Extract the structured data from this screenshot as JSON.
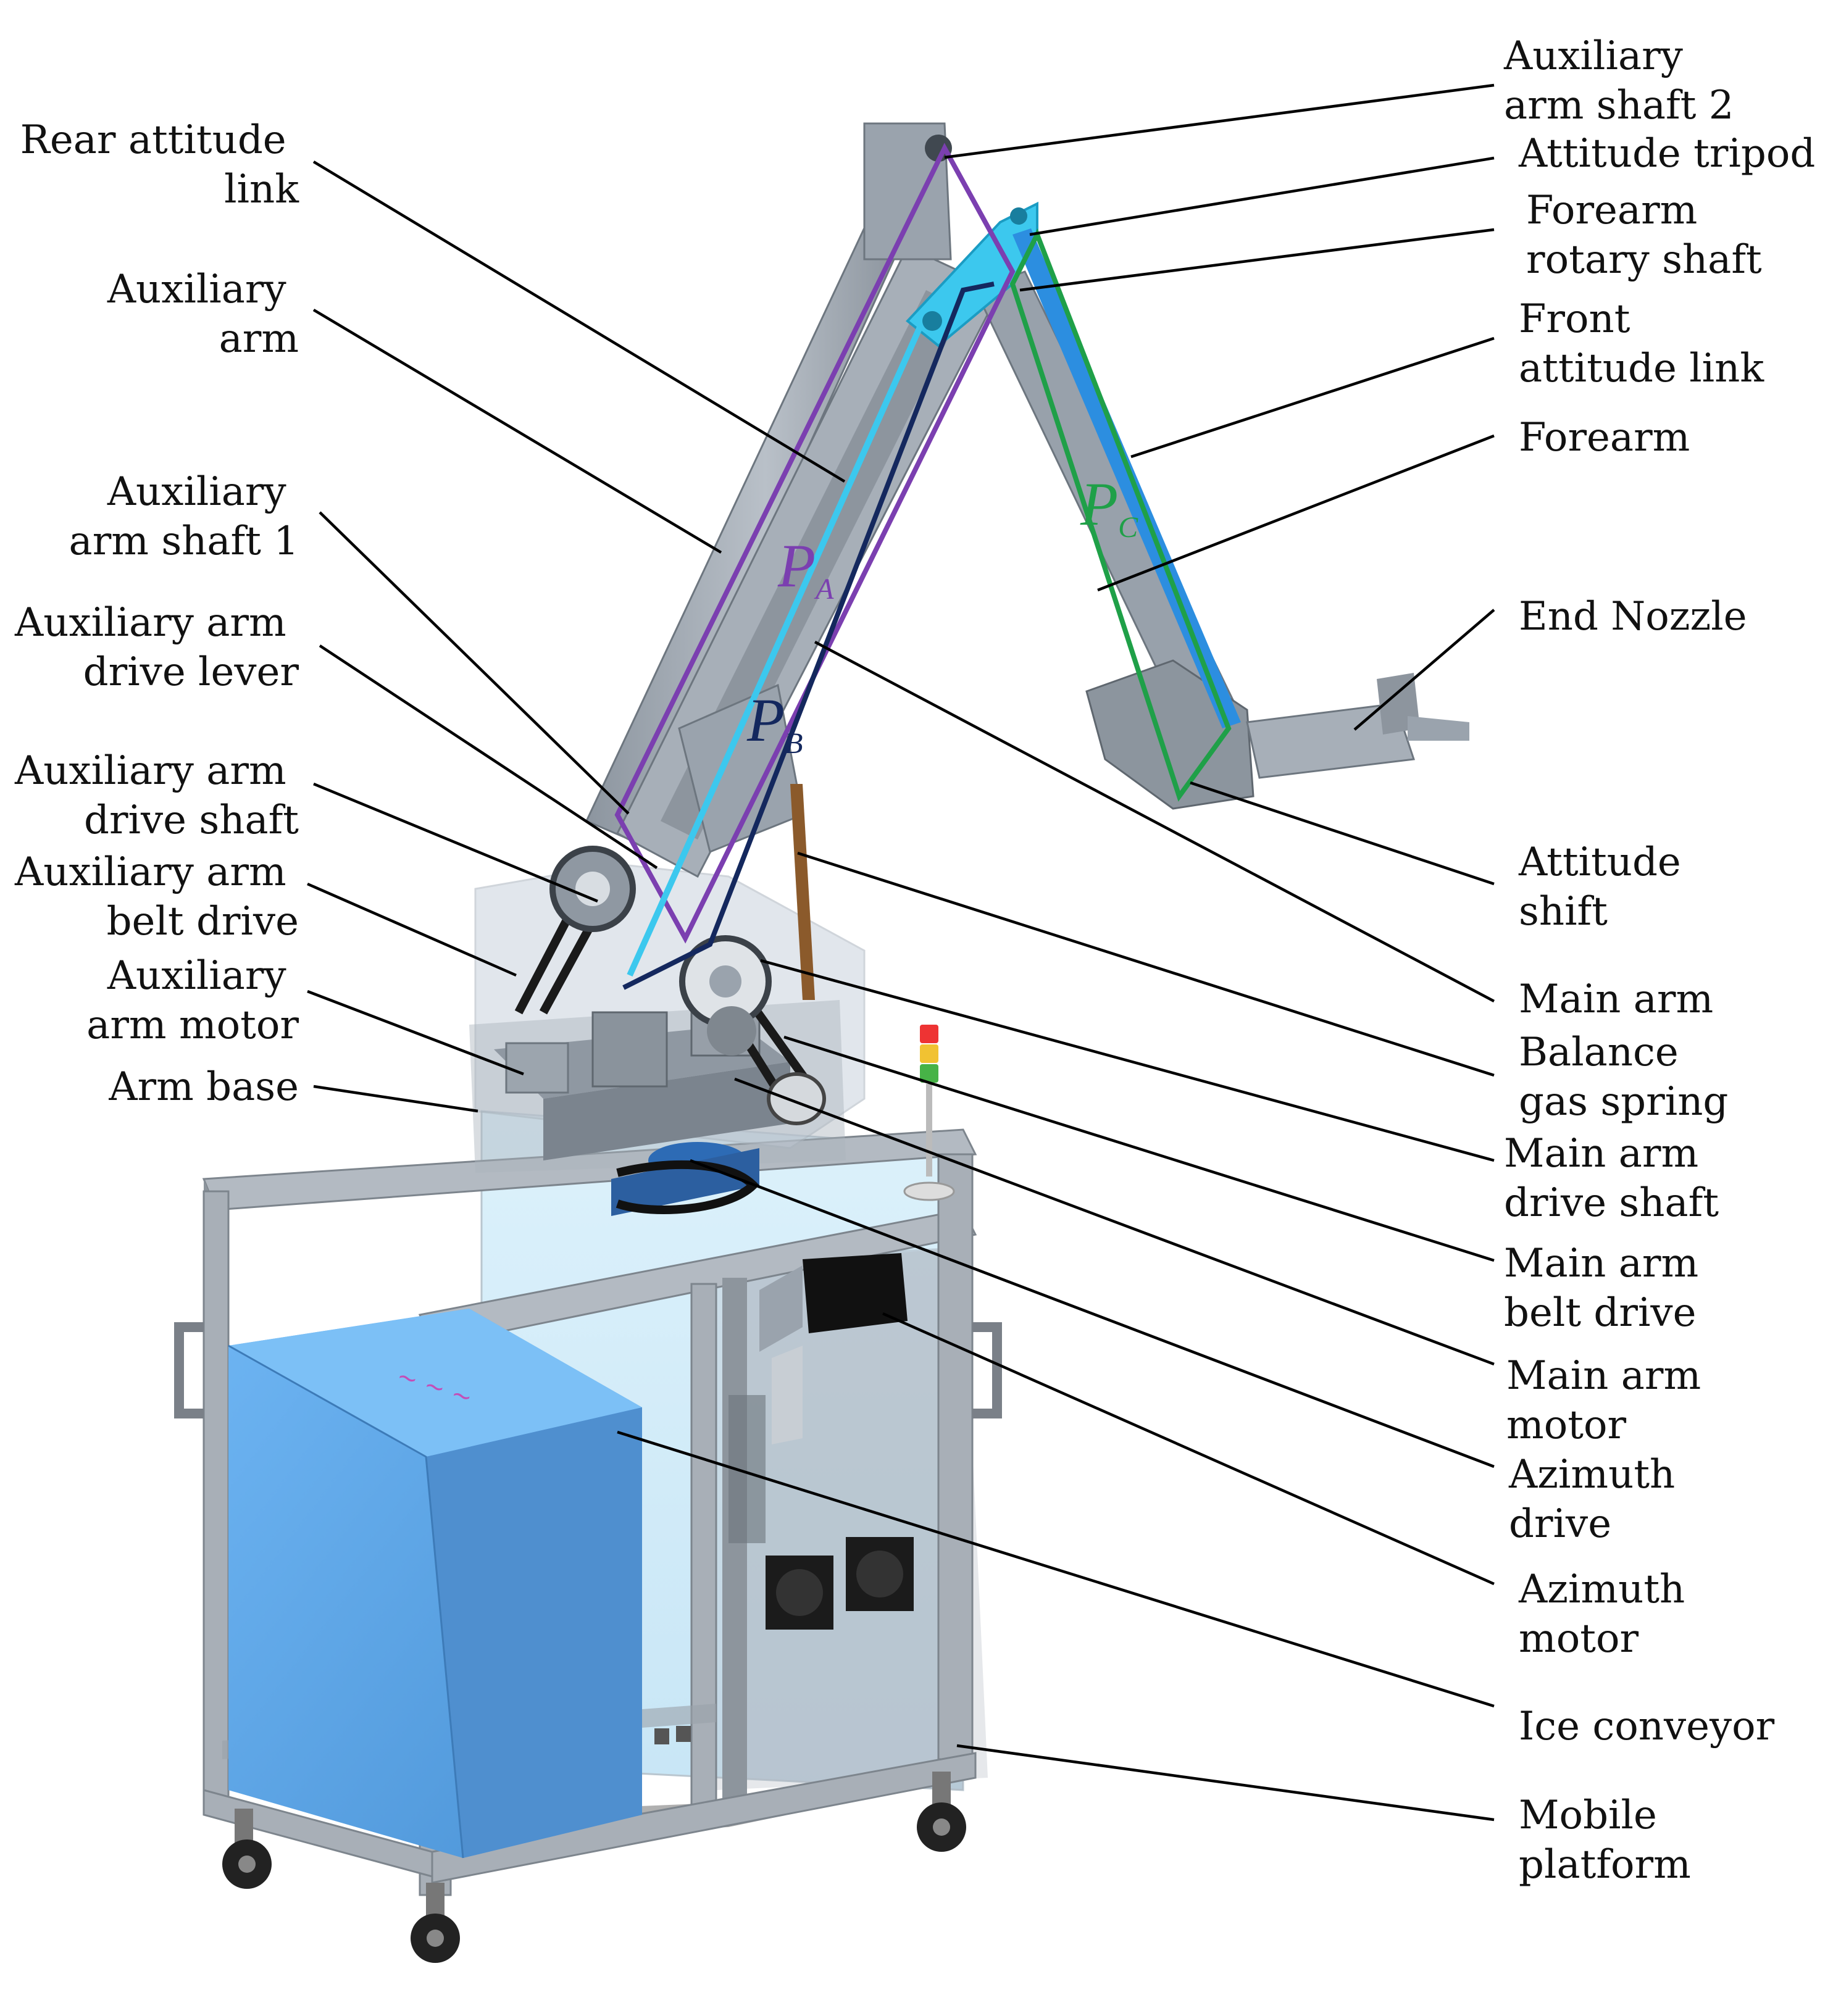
{
  "labels": {
    "rear_attitude_link": [
      "Rear attitude",
      "link"
    ],
    "auxiliary_arm": [
      "Auxiliary",
      "arm"
    ],
    "auxiliary_arm_shaft_1": [
      "Auxiliary",
      "arm shaft 1"
    ],
    "auxiliary_arm_drive_lever": [
      "Auxiliary arm",
      "drive lever"
    ],
    "auxiliary_arm_drive_shaft": [
      "Auxiliary arm",
      "drive shaft"
    ],
    "auxiliary_arm_belt_drive": [
      "Auxiliary arm",
      "belt drive"
    ],
    "auxiliary_arm_motor": [
      "Auxiliary",
      "arm motor"
    ],
    "arm_base": [
      "Arm base"
    ],
    "auxiliary_arm_shaft_2": [
      "Auxiliary",
      "arm shaft 2"
    ],
    "attitude_tripod": [
      "Attitude tripod"
    ],
    "forearm_rotary_shaft": [
      "Forearm",
      "rotary shaft"
    ],
    "front_attitude_link": [
      "Front",
      "attitude link"
    ],
    "forearm": [
      "Forearm"
    ],
    "end_nozzle": [
      "End Nozzle"
    ],
    "attitude_shift": [
      "Attitude",
      "shift"
    ],
    "main_arm": [
      "Main arm"
    ],
    "balance_gas_spring": [
      "Balance",
      "gas spring"
    ],
    "main_arm_drive_shaft": [
      "Main arm",
      "drive shaft"
    ],
    "main_arm_belt_drive": [
      "Main arm",
      "belt drive"
    ],
    "main_arm_motor": [
      "Main arm",
      "motor"
    ],
    "azimuth_drive": [
      "Azimuth",
      "drive"
    ],
    "azimuth_motor": [
      "Azimuth",
      "motor"
    ],
    "ice_conveyor": [
      "Ice conveyor"
    ],
    "mobile_platform": [
      "Mobile",
      "platform"
    ]
  },
  "parallelograms": {
    "pa": {
      "symbol": "P",
      "subscript": "A",
      "color": "#7b3fb0"
    },
    "pb": {
      "symbol": "P",
      "subscript": "B",
      "color": "#14285e"
    },
    "pc": {
      "symbol": "P",
      "subscript": "C",
      "color": "#1fa048"
    }
  },
  "colors": {
    "frame": "#a6adb6",
    "conveyor_box": "#5ea8ea",
    "arm_gray": "#9aa3ad",
    "tripod_cyan": "#3cc8ee"
  }
}
